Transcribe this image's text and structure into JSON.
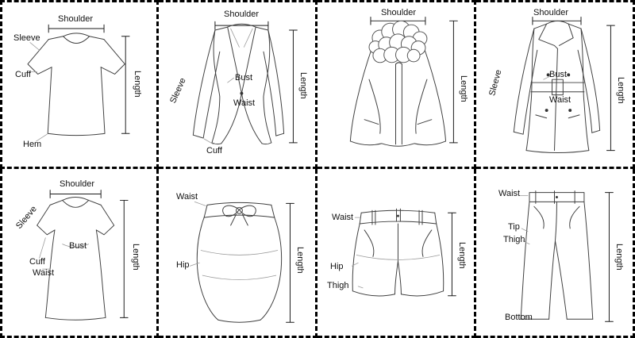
{
  "colors": {
    "background": "#ffffff",
    "grid_border": "#000000",
    "line": "#3f3f3f"
  },
  "cells": [
    {
      "garment": "t-shirt",
      "labels": {
        "shoulder": "Shoulder",
        "sleeve": "Sleeve",
        "cuff": "Cuff",
        "hem": "Hem",
        "length": "Length"
      }
    },
    {
      "garment": "blazer",
      "labels": {
        "shoulder": "Shoulder",
        "sleeve": "Sleeve",
        "bust": "Bust",
        "waist": "Waist",
        "cuff": "Cuff",
        "length": "Length"
      }
    },
    {
      "garment": "fur-hooded-cape",
      "labels": {
        "shoulder": "Shoulder",
        "length": "Length"
      }
    },
    {
      "garment": "trench-coat",
      "labels": {
        "shoulder": "Shoulder",
        "sleeve": "Sleeve",
        "bust": "Bust",
        "waist": "Waist",
        "length": "Length"
      }
    },
    {
      "garment": "short-sleeve-dress",
      "labels": {
        "shoulder": "Shoulder",
        "sleeve": "Sleeve",
        "bust": "Bust",
        "cuff": "Cuff",
        "waist": "Waist",
        "length": "Length"
      }
    },
    {
      "garment": "pencil-skirt",
      "labels": {
        "waist": "Waist",
        "hip": "Hip",
        "length": "Length"
      }
    },
    {
      "garment": "shorts",
      "labels": {
        "waist": "Waist",
        "hip": "Hip",
        "thigh": "Thigh",
        "length": "Length"
      }
    },
    {
      "garment": "pants",
      "labels": {
        "waist": "Waist",
        "tip": "Tip",
        "thigh": "Thigh",
        "bottom": "Bottom",
        "length": "Length"
      }
    }
  ]
}
